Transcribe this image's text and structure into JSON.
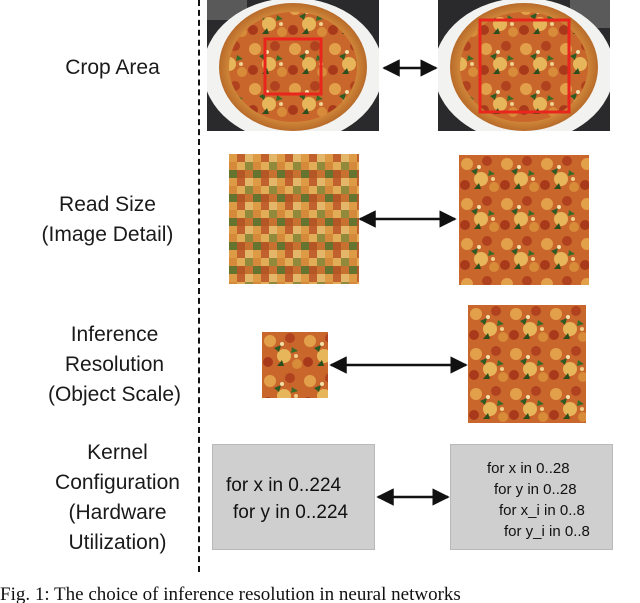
{
  "rows": {
    "crop_area": {
      "label": [
        "Crop Area"
      ]
    },
    "read_size": {
      "label": [
        "Read Size",
        "(Image Detail)"
      ]
    },
    "inference_resolution": {
      "label": [
        "Inference",
        "Resolution",
        "(Object Scale)"
      ]
    },
    "kernel_configuration": {
      "label": [
        "Kernel",
        "Configuration",
        "(Hardware",
        "Utilization)"
      ],
      "left_code": [
        "for x in 0..224",
        "for y in 0..224"
      ],
      "right_code": [
        "for x in 0..28",
        "for y in 0..28",
        "for x_i in 0..8",
        "for y_i in 0..8"
      ]
    }
  },
  "caption": "Fig. 1: The choice of inference resolution in neural networks",
  "colors": {
    "crop_box": "#e8261e",
    "code_box": "#cfcfcf",
    "plate": "#f2f2f0",
    "table": "#2a2a2c"
  }
}
